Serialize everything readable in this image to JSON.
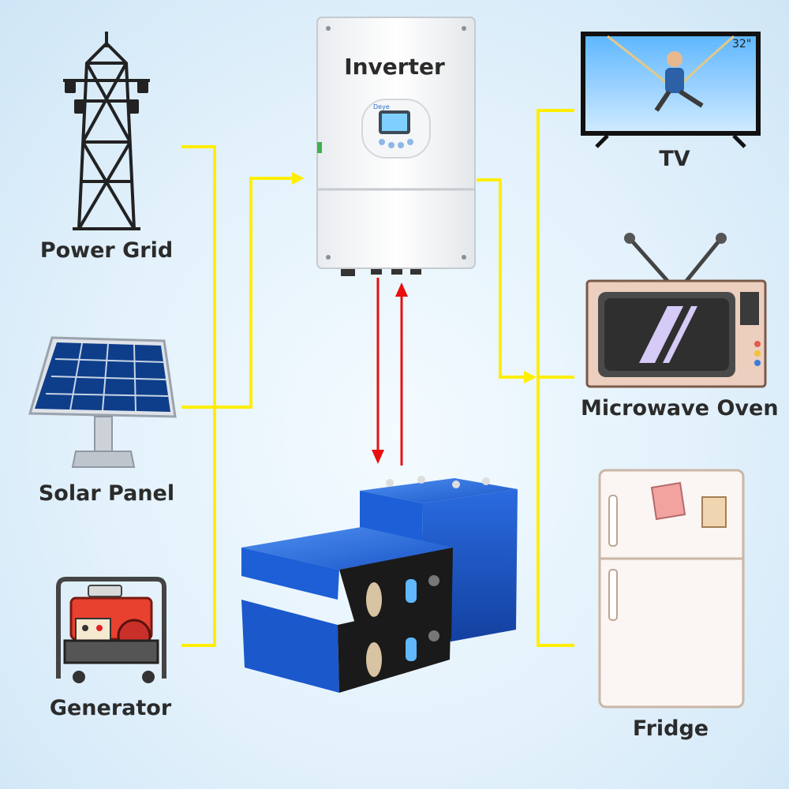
{
  "labels": {
    "power_grid": "Power Grid",
    "solar_panel": "Solar Panel",
    "generator": "Generator",
    "inverter": "Inverter",
    "tv": "TV",
    "tv_size": "32\"",
    "microwave": "Microwave Oven",
    "fridge": "Fridge"
  },
  "inverter_brand": "Deye",
  "colors": {
    "wire": "#ffee00",
    "battery_arrow": "#e8100f",
    "battery_blue": "#1c5fd4",
    "background": "#e2f1fb"
  }
}
